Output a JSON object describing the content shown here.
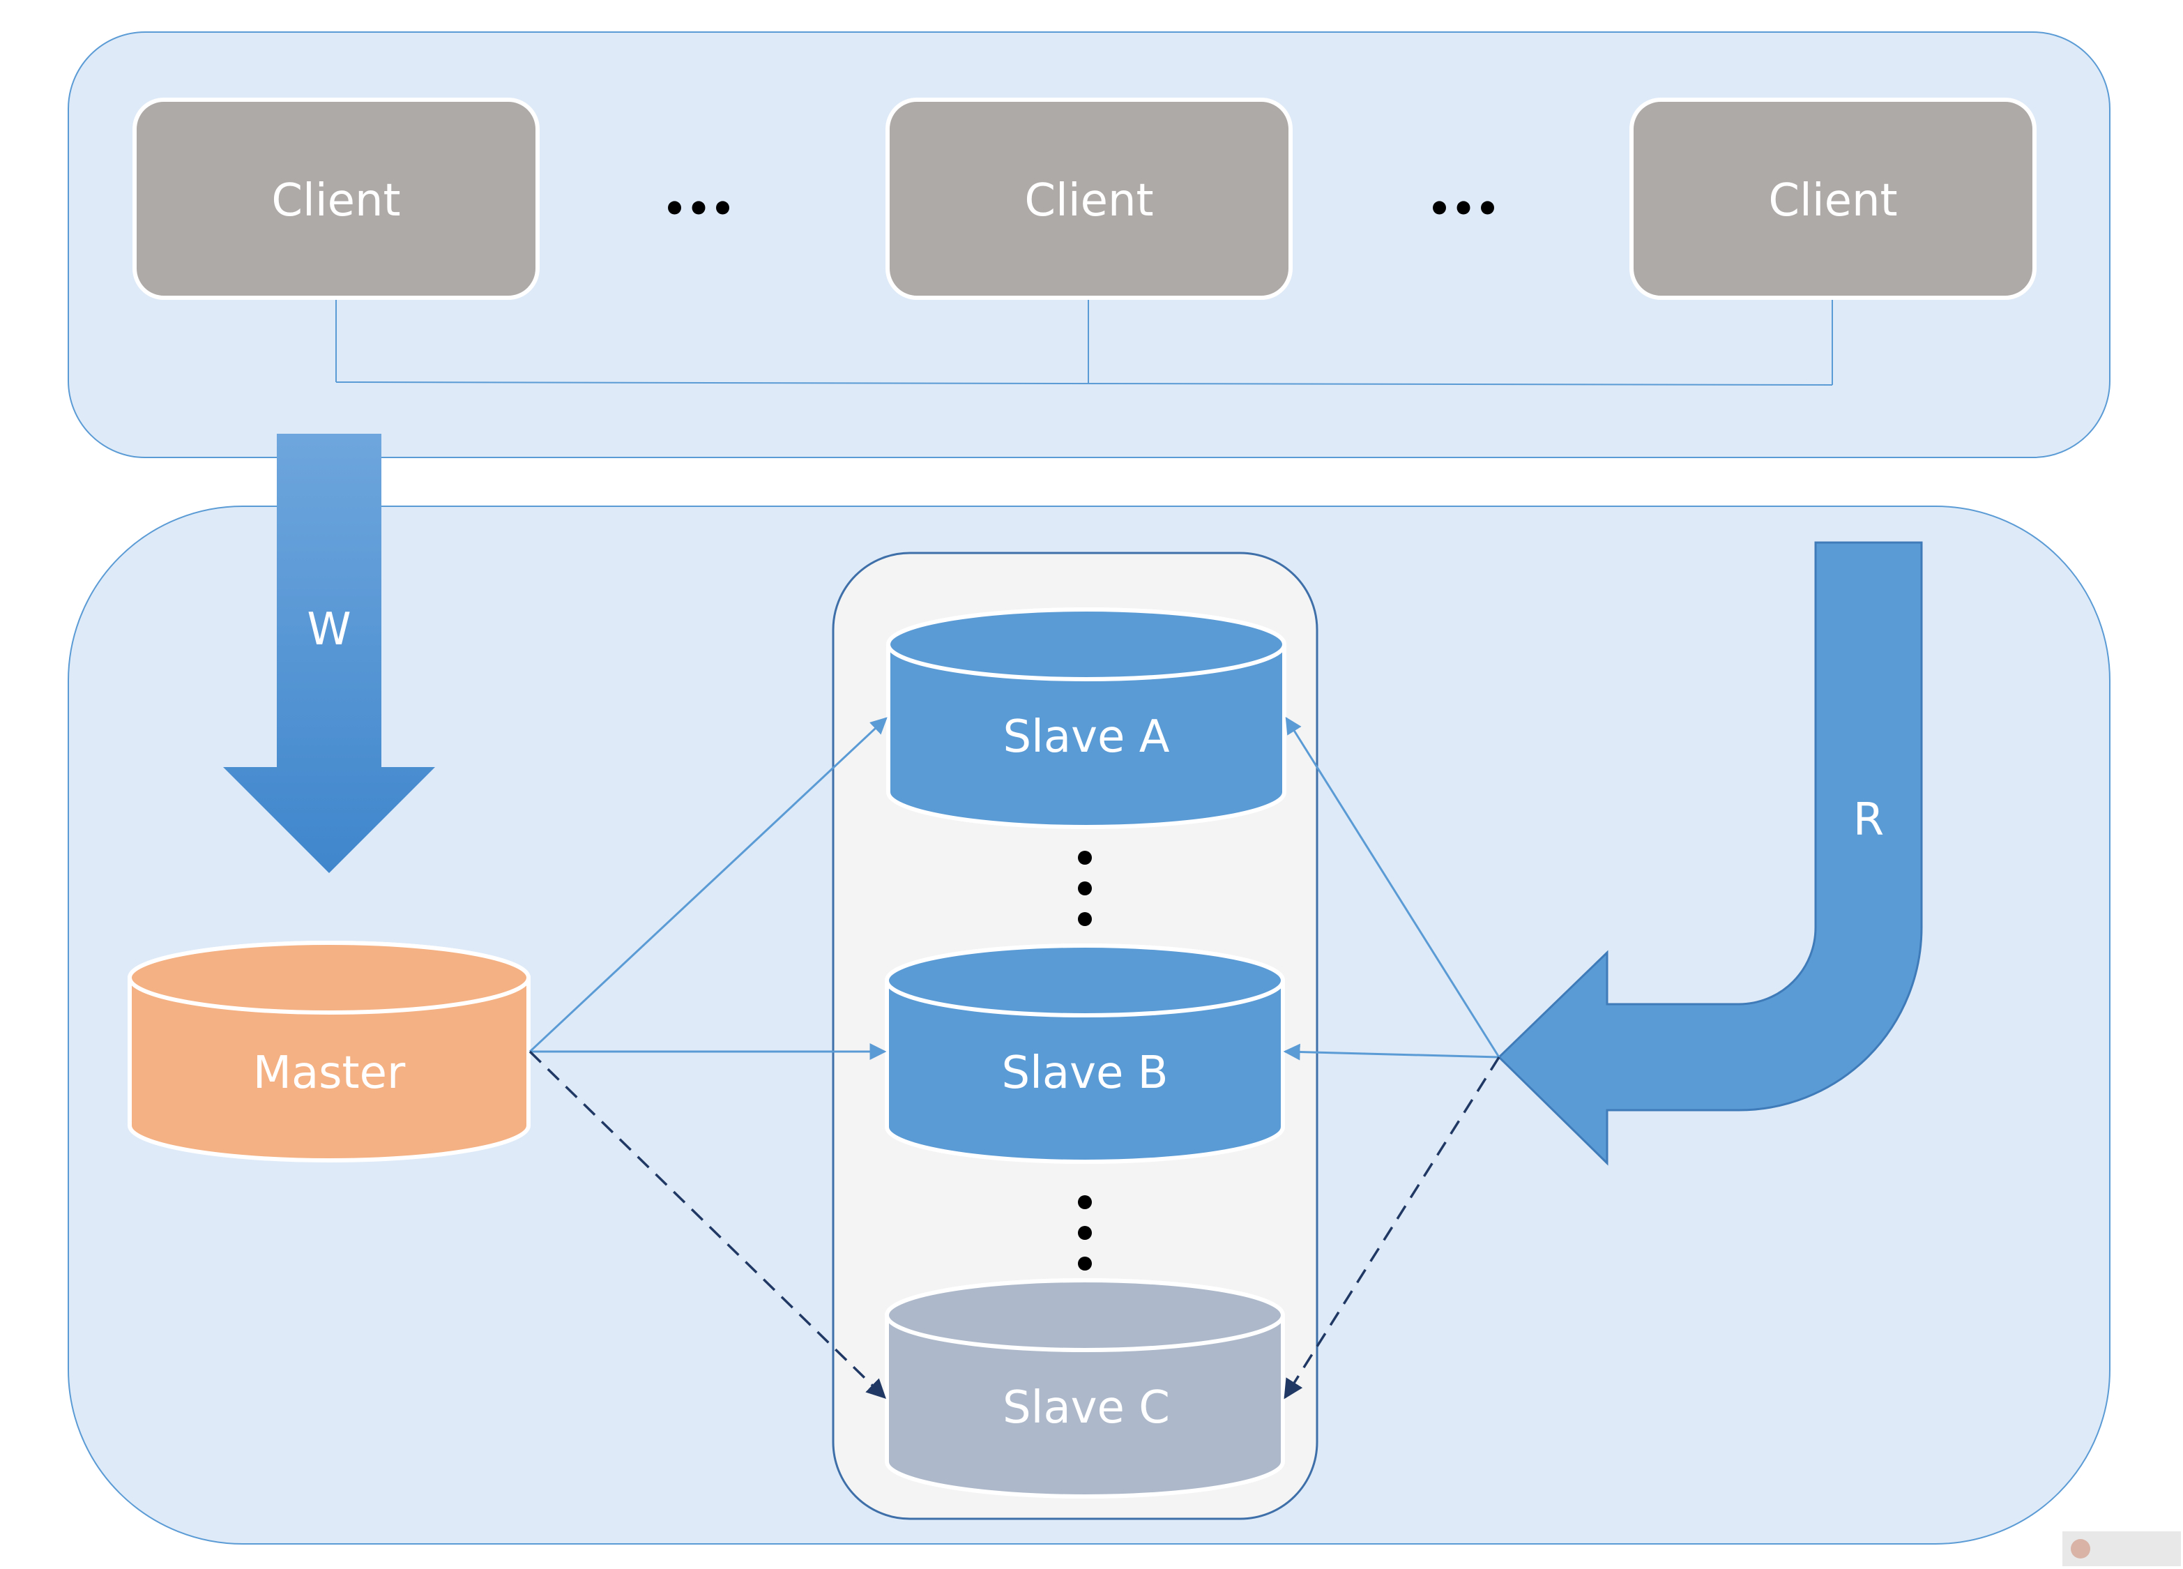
{
  "clients_panel": {
    "clients": [
      {
        "label": "Client"
      },
      {
        "label": "Client"
      },
      {
        "label": "Client"
      }
    ],
    "separators": [
      "•••",
      "•••"
    ]
  },
  "arrows": {
    "write_label": "W",
    "read_label": "R"
  },
  "master": {
    "label": "Master"
  },
  "slaves": [
    {
      "label": "Slave A"
    },
    {
      "label": "Slave B"
    },
    {
      "label": "Slave C"
    }
  ],
  "colors": {
    "panel_fill": "#deeaf7",
    "panel_stroke": "#5b9bd5",
    "client_fill": "#aeaaa8",
    "master_fill": "#f4b183",
    "slave_fill": "#5b9bd5",
    "slave_inactive_fill": "#adb9ca",
    "arrow_fill": "#5b9bd5",
    "dashed_line": "#1f3864"
  },
  "icons": [
    "client-box",
    "database-cylinder",
    "block-arrow-down",
    "block-arrow-bent-left"
  ]
}
